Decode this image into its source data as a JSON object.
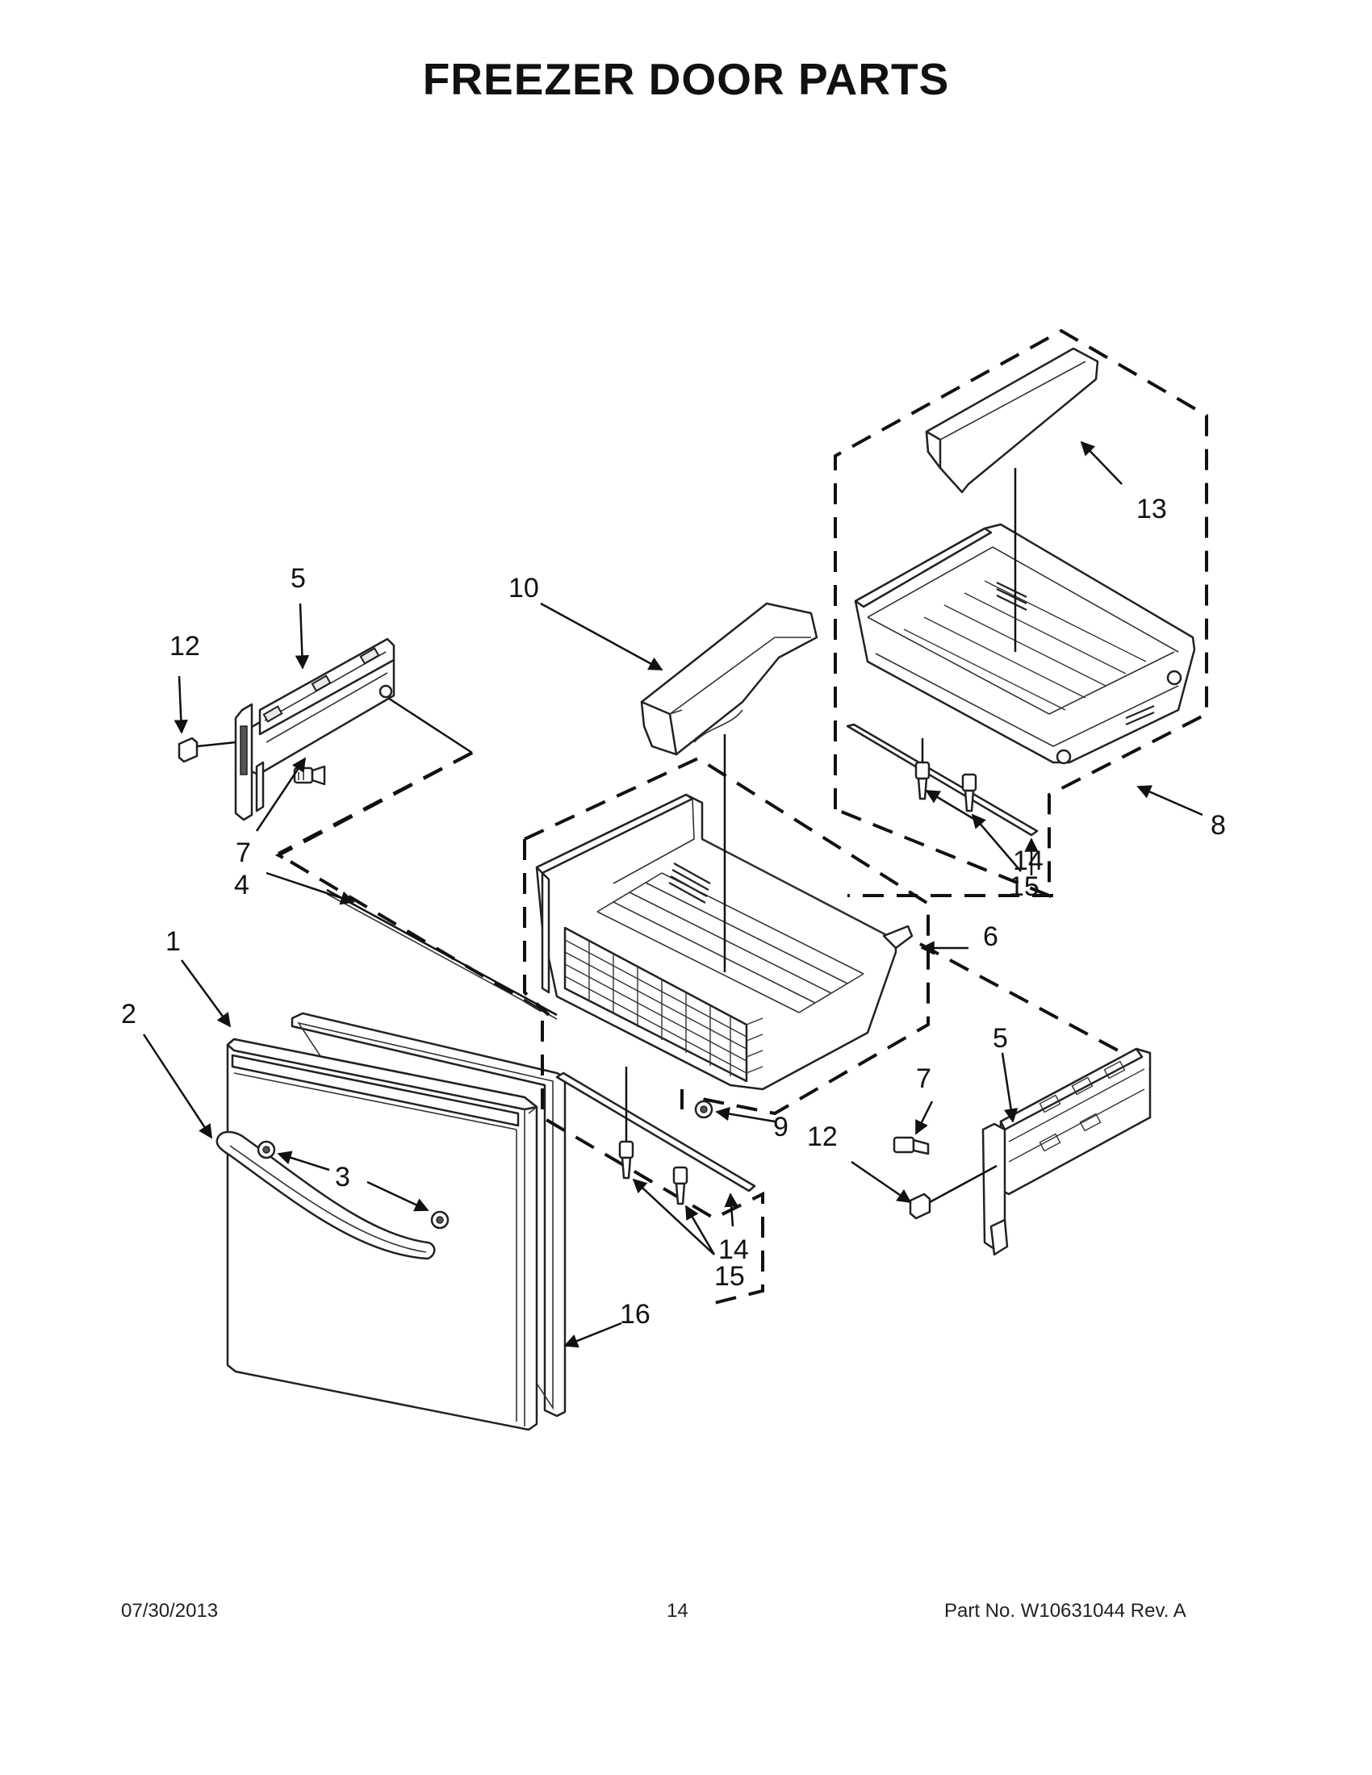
{
  "title": "FREEZER DOOR PARTS",
  "callouts": {
    "c1": "1",
    "c2": "2",
    "c3": "3",
    "c4": "4",
    "c5a": "5",
    "c5b": "5",
    "c6": "6",
    "c7a": "7",
    "c7b": "7",
    "c8": "8",
    "c9": "9",
    "c10": "10",
    "c12a": "12",
    "c12b": "12",
    "c13": "13",
    "c14a": "14",
    "c15a": "15",
    "c14b": "14",
    "c15b": "15",
    "c16": "16"
  },
  "footer": {
    "date": "07/30/2013",
    "page": "14",
    "part_no": "Part No.  W10631044  Rev.  A"
  }
}
